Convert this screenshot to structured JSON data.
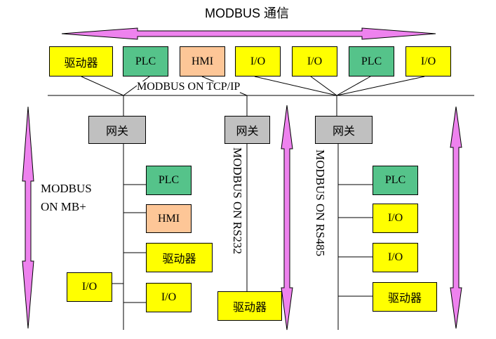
{
  "title": "MODBUS 通信",
  "bus_labels": {
    "tcp": "MODBUS ON TCP/IP",
    "mb_plus_line1": "MODBUS",
    "mb_plus_line2": "ON MB+",
    "rs232": "MODBUS ON RS232",
    "rs485": "MODBUS ON RS485"
  },
  "top_devices": [
    "驱动器",
    "PLC",
    "HMI",
    "I/O",
    "I/O",
    "PLC",
    "I/O"
  ],
  "gateways": [
    "网关",
    "网关",
    "网关"
  ],
  "mbplus_devices": [
    "PLC",
    "HMI",
    "驱动器",
    "I/O",
    "I/O"
  ],
  "rs232_devices": [
    "驱动器"
  ],
  "rs485_devices": [
    "PLC",
    "I/O",
    "I/O",
    "驱动器"
  ],
  "colors": {
    "arrow": "#ee82ee",
    "yellow": "#ffff00",
    "green": "#55c38a",
    "orange": "#fdc697",
    "gray": "#c0c0c0"
  }
}
